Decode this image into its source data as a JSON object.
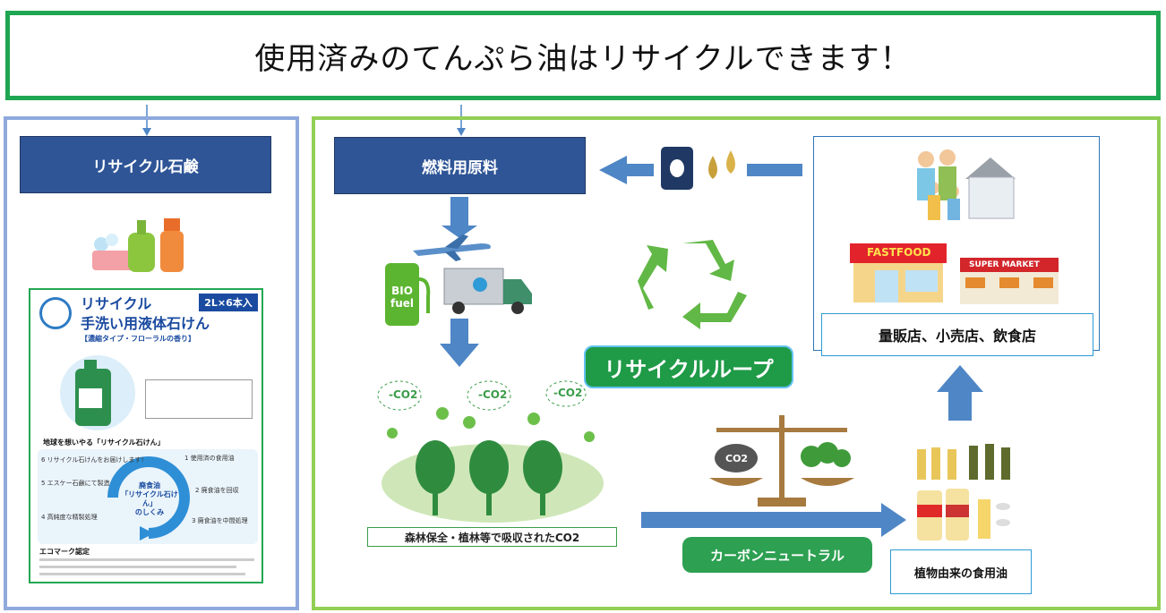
{
  "title": "使用済みのてんぷら油はリサイクルできます！",
  "left": {
    "label": "リサイクル石鹸",
    "flyer": {
      "title_line1": "リサイクル",
      "badge": "2L×6本入",
      "title_line2": "手洗い用液体石けん",
      "subtitle": "【濃縮タイプ・フローラルの香り】",
      "slogan": "地球を想いやる「リサイクル石けん」",
      "cycle_center": "廃食油\n「リサイクル石けん」\nのしくみ",
      "steps": [
        "1 使用済の食用油",
        "2 廃食油を回収",
        "3 廃食油を中間処理",
        "4 高純度な精製処理",
        "5 エスケー石鹸にて製造",
        "6 リサイクル石けんをお届けします！"
      ],
      "eco_heading": "エコマーク認定"
    }
  },
  "right": {
    "fuel_label": "燃料用原料",
    "bio_fuel": "BIO fuel",
    "recycle_loop": "リサイクルループ",
    "stores_label": "量販店、小売店、飲食店",
    "fastfood": "FASTFOOD",
    "supermarket": "SUPER MARKET",
    "co2_marks": [
      "-CO2",
      "-CO2",
      "-CO2"
    ],
    "balance_co2": "CO2",
    "forest_caption": "森林保全・植林等で吸収されたCO2",
    "carbon_neutral": "カーボンニュートラル",
    "plant_oil": "植物由来の食用油"
  },
  "colors": {
    "title_border": "#1fa652",
    "left_border": "#8fa9dc",
    "right_border": "#92cf55",
    "label_blue": "#2f5597",
    "arrow_blue": "#4f86c6",
    "green": "#1f9a47"
  }
}
